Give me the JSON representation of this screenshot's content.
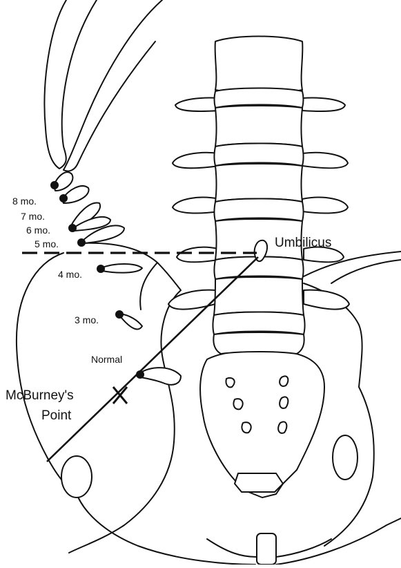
{
  "labels": {
    "month_8": "8 mo.",
    "month_7": "7 mo.",
    "month_6": "6 mo.",
    "month_5": "5 mo.",
    "month_4": "4 mo.",
    "month_3": "3 mo.",
    "normal": "Normal",
    "umbilicus": "Umbilicus",
    "mcburney_line1": "McBurney's",
    "mcburney_line2": "Point"
  },
  "colors": {
    "ink": "#111111",
    "background": "#ffffff"
  }
}
